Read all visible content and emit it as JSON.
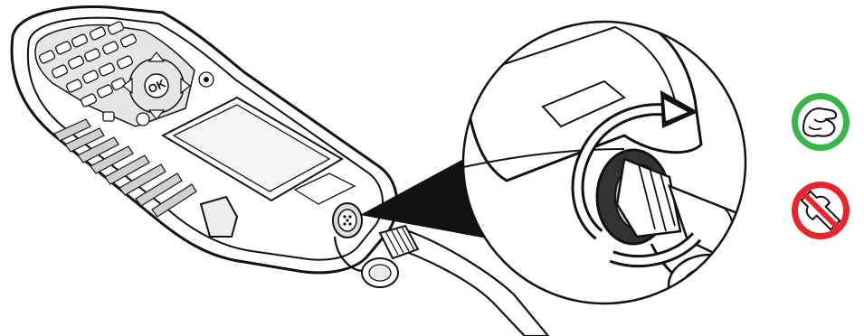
{
  "illustration": {
    "meter": {
      "ok_key_label": "OK"
    },
    "instruction_icons": {
      "hand_tighten": {
        "meaning": "allowed",
        "color": "#3ab54a"
      },
      "no_tool": {
        "meaning": "prohibited",
        "color": "#e8242c"
      }
    },
    "detail_view": {
      "rotation_direction": "clockwise"
    },
    "colors": {
      "line": "#111111",
      "fill": "#ffffff",
      "shade": "#c8c8c8"
    }
  }
}
